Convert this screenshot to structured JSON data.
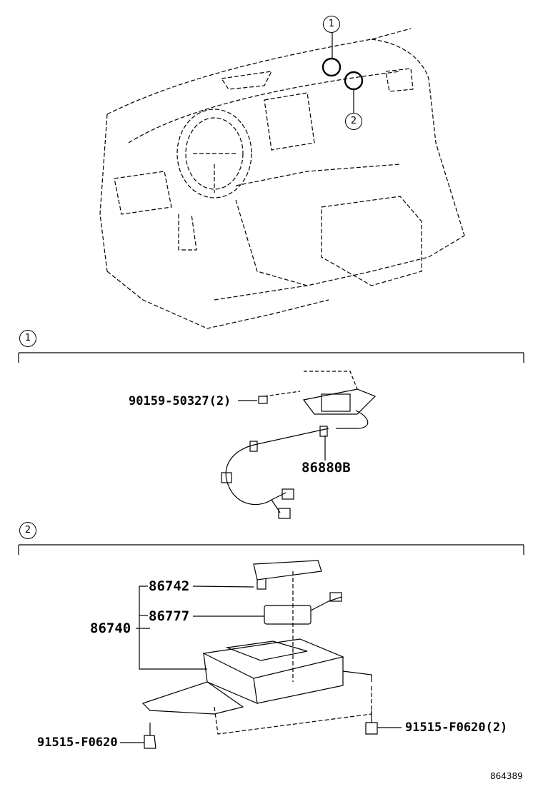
{
  "callouts": [
    "1",
    "2"
  ],
  "section1": {
    "marker": "1",
    "bolt_label": "90159-50327(2)",
    "part_label": "86880B"
  },
  "section2": {
    "marker": "2",
    "assembly_label": "86740",
    "cover_label": "86742",
    "connector_label": "86777",
    "bolt_left_label": "91515-F0620",
    "bolt_right_label": "91515-F0620(2)"
  },
  "diagram_id": "864389"
}
